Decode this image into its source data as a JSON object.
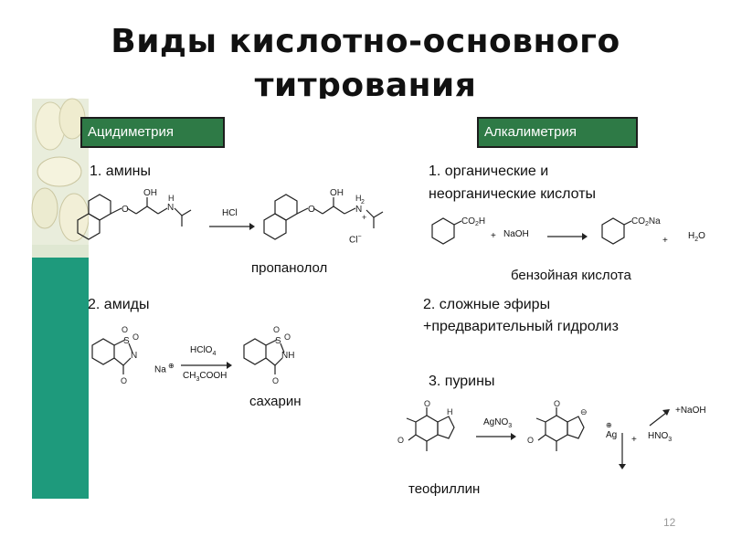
{
  "slide": {
    "title_line1": "Виды кислотно-основного",
    "title_line2": "титрования",
    "page_number": "12"
  },
  "left": {
    "header": "Ацидиметрия",
    "section1": "1. амины",
    "reagent1": "HCl",
    "product1_name": "пропанолол",
    "chloride": "Cl",
    "section2": "2. амиды",
    "reagent2_top": "HClO",
    "reagent2_top_sub": "4",
    "reagent2_bottom": "CH",
    "reagent2_bottom_sub": "3",
    "reagent2_bottom_rest": "COOH",
    "sodium": "Na",
    "product2_name": "сахарин"
  },
  "right": {
    "header": "Алкалиметрия",
    "section1_line1": "1. органические и",
    "section1_line2": "неорганические кислоты",
    "reagent_naoh": "NaOH",
    "water": "H",
    "acid_name": "бензойная кислота",
    "section2_line1": "2. сложные эфиры",
    "section2_line2": "+предварительный гидролиз",
    "section3": "3. пурины",
    "reagent_agno3": "AgNO",
    "silver": "Ag",
    "hno3": "HNO",
    "plus_naoh": "+NaOH",
    "purine_name": "теофиллин"
  }
}
